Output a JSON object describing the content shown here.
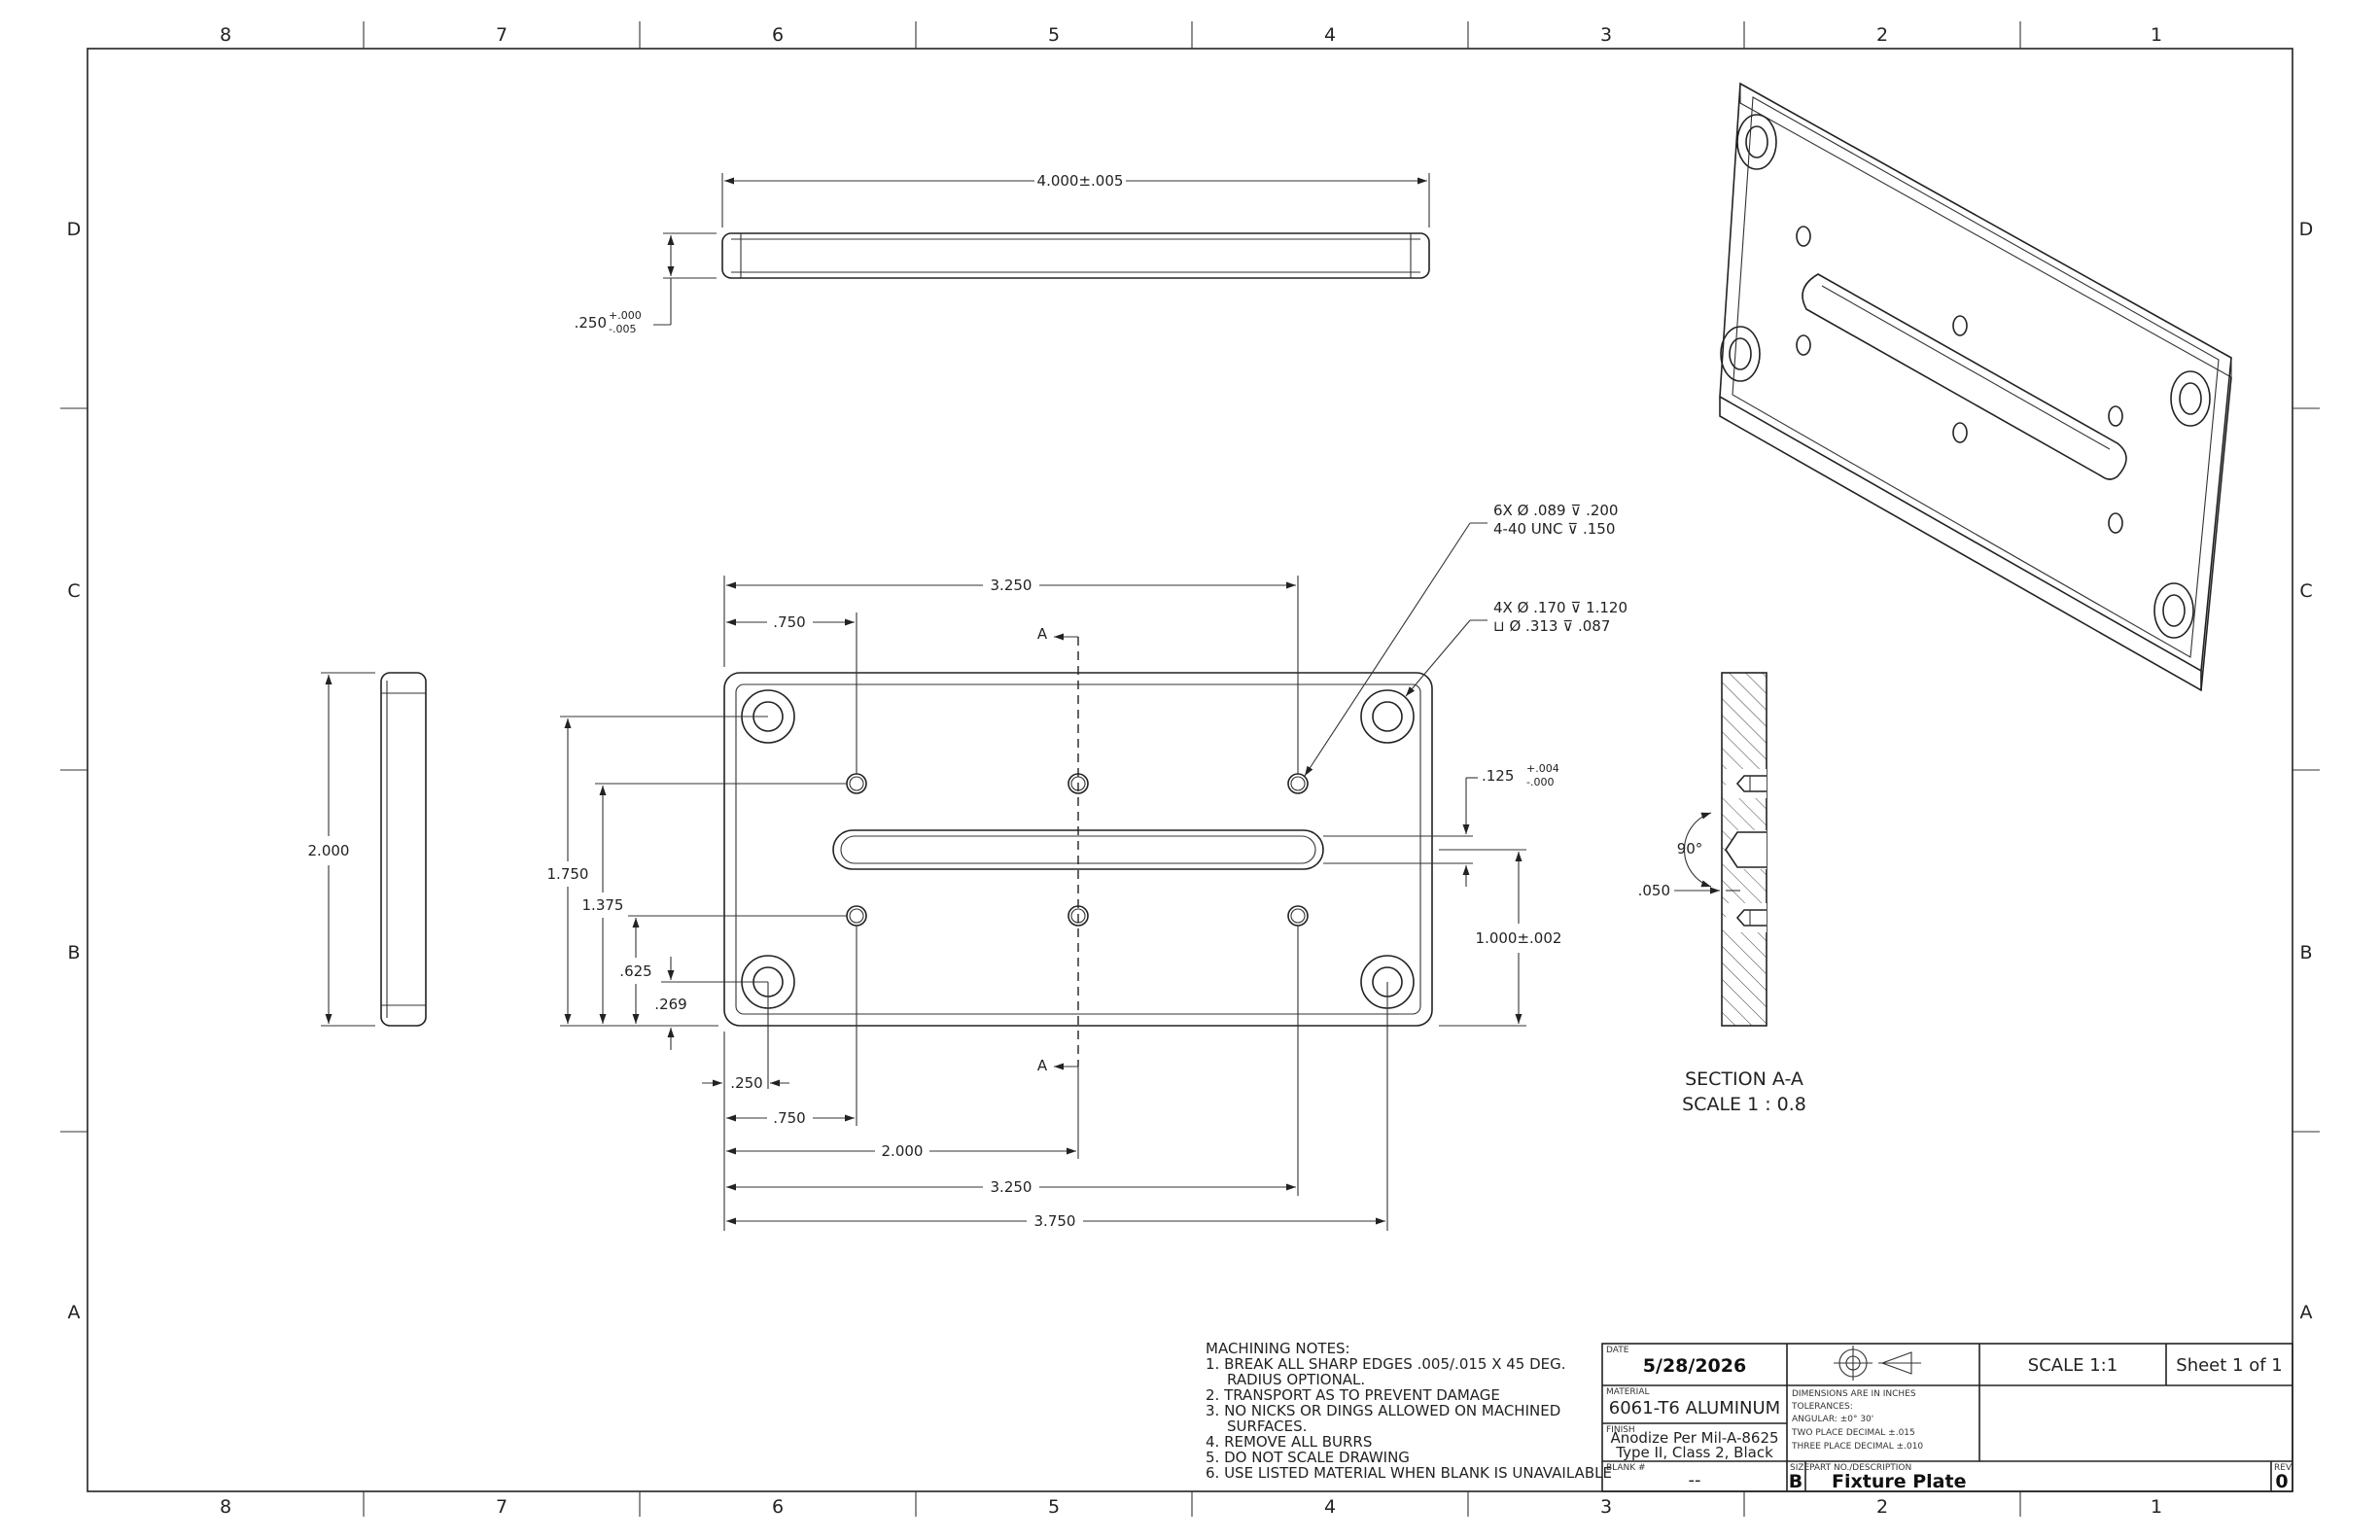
{
  "zones": {
    "columns": [
      "8",
      "7",
      "6",
      "5",
      "4",
      "3",
      "2",
      "1"
    ],
    "rows": [
      "D",
      "C",
      "B",
      "A"
    ]
  },
  "dims": {
    "top_length": "4.000±.005",
    "top_thick": ".250",
    "top_thick_tol_plus": "+.000",
    "top_thick_tol_minus": "-.005",
    "side_height": "2.000",
    "d_3250_top": "3.250",
    "d_750_top": ".750",
    "v_1750": "1.750",
    "v_1375": "1.375",
    "v_625": ".625",
    "v_269": ".269",
    "h_250": ".250",
    "h_750": ".750",
    "h_2000": "2.000",
    "h_3250": "3.250",
    "h_3750": "3.750",
    "slot_width": ".125",
    "slot_tol_plus": "+.004",
    "slot_tol_minus": "-.000",
    "slot_pos": "1.000±.002",
    "angle": "90°",
    "depth_050": ".050"
  },
  "callouts": {
    "tapped_line1": "6X  Ø  .089  ⊽  .200",
    "tapped_line2": "4-40 UNC  ⊽  .150",
    "cbore_line1": "4X  Ø  .170  ⊽  1.120",
    "cbore_line2": "⊔  Ø  .313  ⊽  .087"
  },
  "section": {
    "marker": "A",
    "title": "SECTION A-A",
    "scale": "SCALE 1 : 0.8"
  },
  "notes": {
    "title": "MACHINING NOTES:",
    "lines": [
      "1.  BREAK ALL SHARP EDGES .005/.015 X 45 DEG.",
      "RADIUS OPTIONAL.",
      "2.  TRANSPORT AS TO PREVENT DAMAGE",
      "3.  NO NICKS OR DINGS ALLOWED ON MACHINED",
      "SURFACES.",
      "4. REMOVE ALL BURRS",
      "5. DO NOT SCALE DRAWING",
      "6. USE LISTED MATERIAL WHEN BLANK IS UNAVAILABLE"
    ]
  },
  "title_block": {
    "date_label": "DATE",
    "date": "5/28/2026",
    "material_label": "MATERIAL",
    "material": "6061-T6 ALUMINUM",
    "finish_label": "FINISH",
    "finish_line1": "Anodize Per Mil-A-8625",
    "finish_line2": "Type II, Class 2, Black",
    "blank_label": "BLANK #",
    "blank": "--",
    "tolerances": [
      "DIMENSIONS ARE IN INCHES",
      "TOLERANCES:",
      "ANGULAR: ±0° 30'",
      "TWO PLACE DECIMAL    ±.015",
      "THREE PLACE DECIMAL  ±.010"
    ],
    "scale": "SCALE 1:1",
    "sheet": "Sheet 1 of 1",
    "size_label": "SIZE",
    "size": "B",
    "part_label": "PART NO./DESCRIPTION",
    "part": "Fixture Plate",
    "rev_label": "REV.",
    "rev": "0"
  }
}
